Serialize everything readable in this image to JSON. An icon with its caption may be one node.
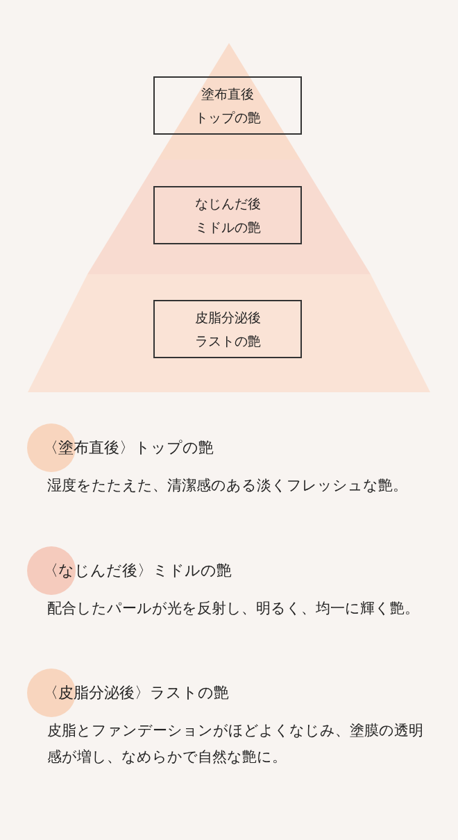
{
  "diagram": {
    "nodes": [
      {
        "text": [
          "塗布直後",
          "トップの艶"
        ]
      },
      {
        "text": [
          "なじんだ後",
          "ミドルの艶"
        ]
      },
      {
        "text": [
          "皮脂分泌後",
          "ラストの艶"
        ]
      }
    ],
    "labels": [
      "〈塗布直後〉トップの艶",
      "湿度をたたえた、清潔感のある淡くフレッシュな艶。",
      "〈なじんだ後〉ミドルの艶",
      "配合したパールが光を反射し、明るく、均一に輝く艶。",
      "〈皮脂分泌後〉ラストの艶",
      "皮脂とファンデーションがほどよくなじみ、塗膜の透明感が増し、なめらかで自然な艶に。"
    ]
  }
}
